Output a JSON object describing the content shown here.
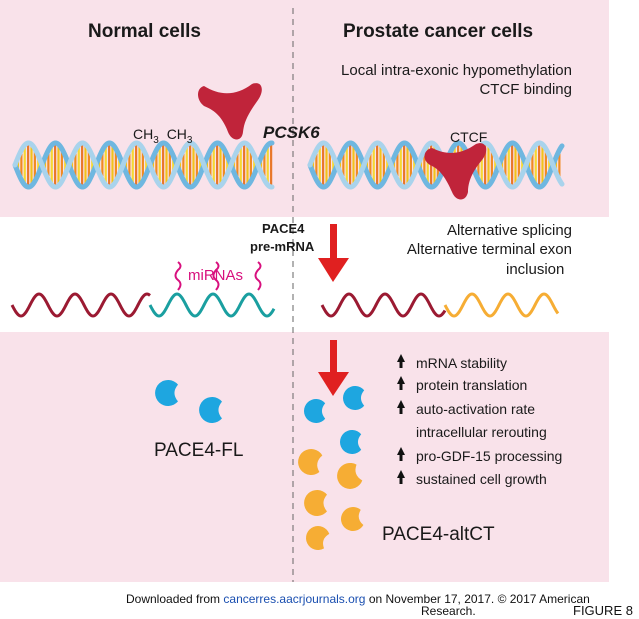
{
  "header": {
    "left_title": "Normal cells",
    "right_title": "Prostate cancer cells"
  },
  "top_right_notes": [
    "Local intra-exonic hypomethylation",
    "CTCF binding"
  ],
  "methyl_labels": [
    "CH",
    "3",
    "CH",
    "3"
  ],
  "gene_label": "PCSK6",
  "ctcf_label": "CTCF",
  "premrna_label": [
    "PACE4",
    "pre-mRNA"
  ],
  "splicing_notes": [
    "Alternative splicing",
    "Alternative terminal exon",
    "inclusion"
  ],
  "mirna_label": "miRNAs",
  "effects": [
    "mRNA stability",
    "protein translation",
    "auto-activation rate",
    "intracellular rerouting",
    "pro-GDF-15 processing",
    "sustained cell growth"
  ],
  "protein_fl_label": "PACE4-FL",
  "protein_altct_label": "PACE4-altCT",
  "footer": {
    "prefix": "Downloaded from",
    "link": "cancerres.aacrjournals.org",
    "middle": "on November 17, 2017. © 2017 American",
    "line2": "Research.",
    "figure": "FIGURE 8"
  },
  "colors": {
    "band_pink": "#f9e2ea",
    "arrow_red": "#e02020",
    "protein_red": "#c0243a",
    "pace_blue": "#1ea6e0",
    "pace_orange": "#f6ad34",
    "mrna_dark_red": "#9b1a32",
    "mrna_teal": "#1a9fa0",
    "mirna_magenta": "#d8107e"
  }
}
